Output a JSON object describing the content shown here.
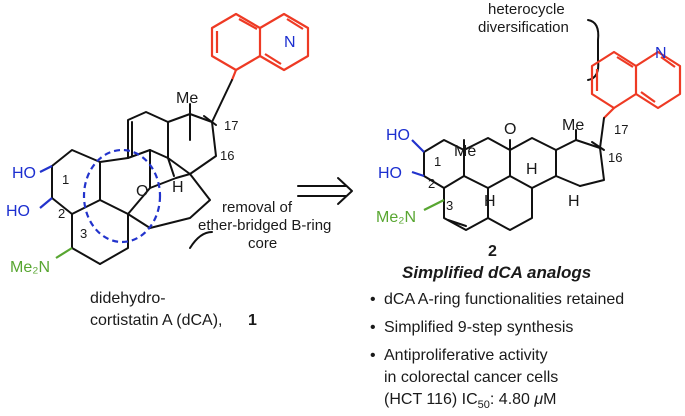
{
  "left_compound": {
    "heteroatoms": {
      "n_iso": "N",
      "ho_top": "HO",
      "ho_bottom": "HO",
      "nme2": "Me₂N",
      "o_bridge": "O"
    },
    "methyl": "Me",
    "hydrogen": "H",
    "atom_numbers": {
      "c1": "1",
      "c2": "2",
      "c3": "3",
      "c16": "16",
      "c17": "17"
    },
    "name_line1": "didehydro-",
    "name_line2": "cortistatin A (dCA),",
    "number": "1"
  },
  "annotation_left": {
    "line1": "removal of",
    "line2": "ether-bridged B-ring",
    "line3": "core"
  },
  "annotation_top": {
    "line1": "heterocycle",
    "line2": "diversification"
  },
  "right_compound": {
    "heteroatoms": {
      "n_iso": "N",
      "ho_top": "HO",
      "ho_bottom": "HO",
      "nme2": "Me₂N",
      "ketone_o": "O"
    },
    "methyls": [
      "Me",
      "Me"
    ],
    "hydrogens": [
      "H",
      "H",
      "H"
    ],
    "atom_numbers": {
      "c1": "1",
      "c2": "2",
      "c3": "3",
      "c16": "16",
      "c17": "17"
    },
    "number": "2",
    "title": "Simplified dCA analogs",
    "bullets": [
      "dCA A-ring functionalities retained",
      "Simplified 9-step synthesis",
      "Antiproliferative activity"
    ],
    "bullet3_line2": "in colorectal cancer cells",
    "bullet3_line3_pre": "(HCT 116) IC",
    "bullet3_sub": "50",
    "bullet3_post": ": 4.80 ",
    "bullet3_unit_mu": "μ",
    "bullet3_unit": "M"
  },
  "colors": {
    "isoquinoline": "#ee3a24",
    "hydroxyls": "#2233cc",
    "dimethylamino": "#58a631",
    "highlight_circle": "#2233cc"
  }
}
